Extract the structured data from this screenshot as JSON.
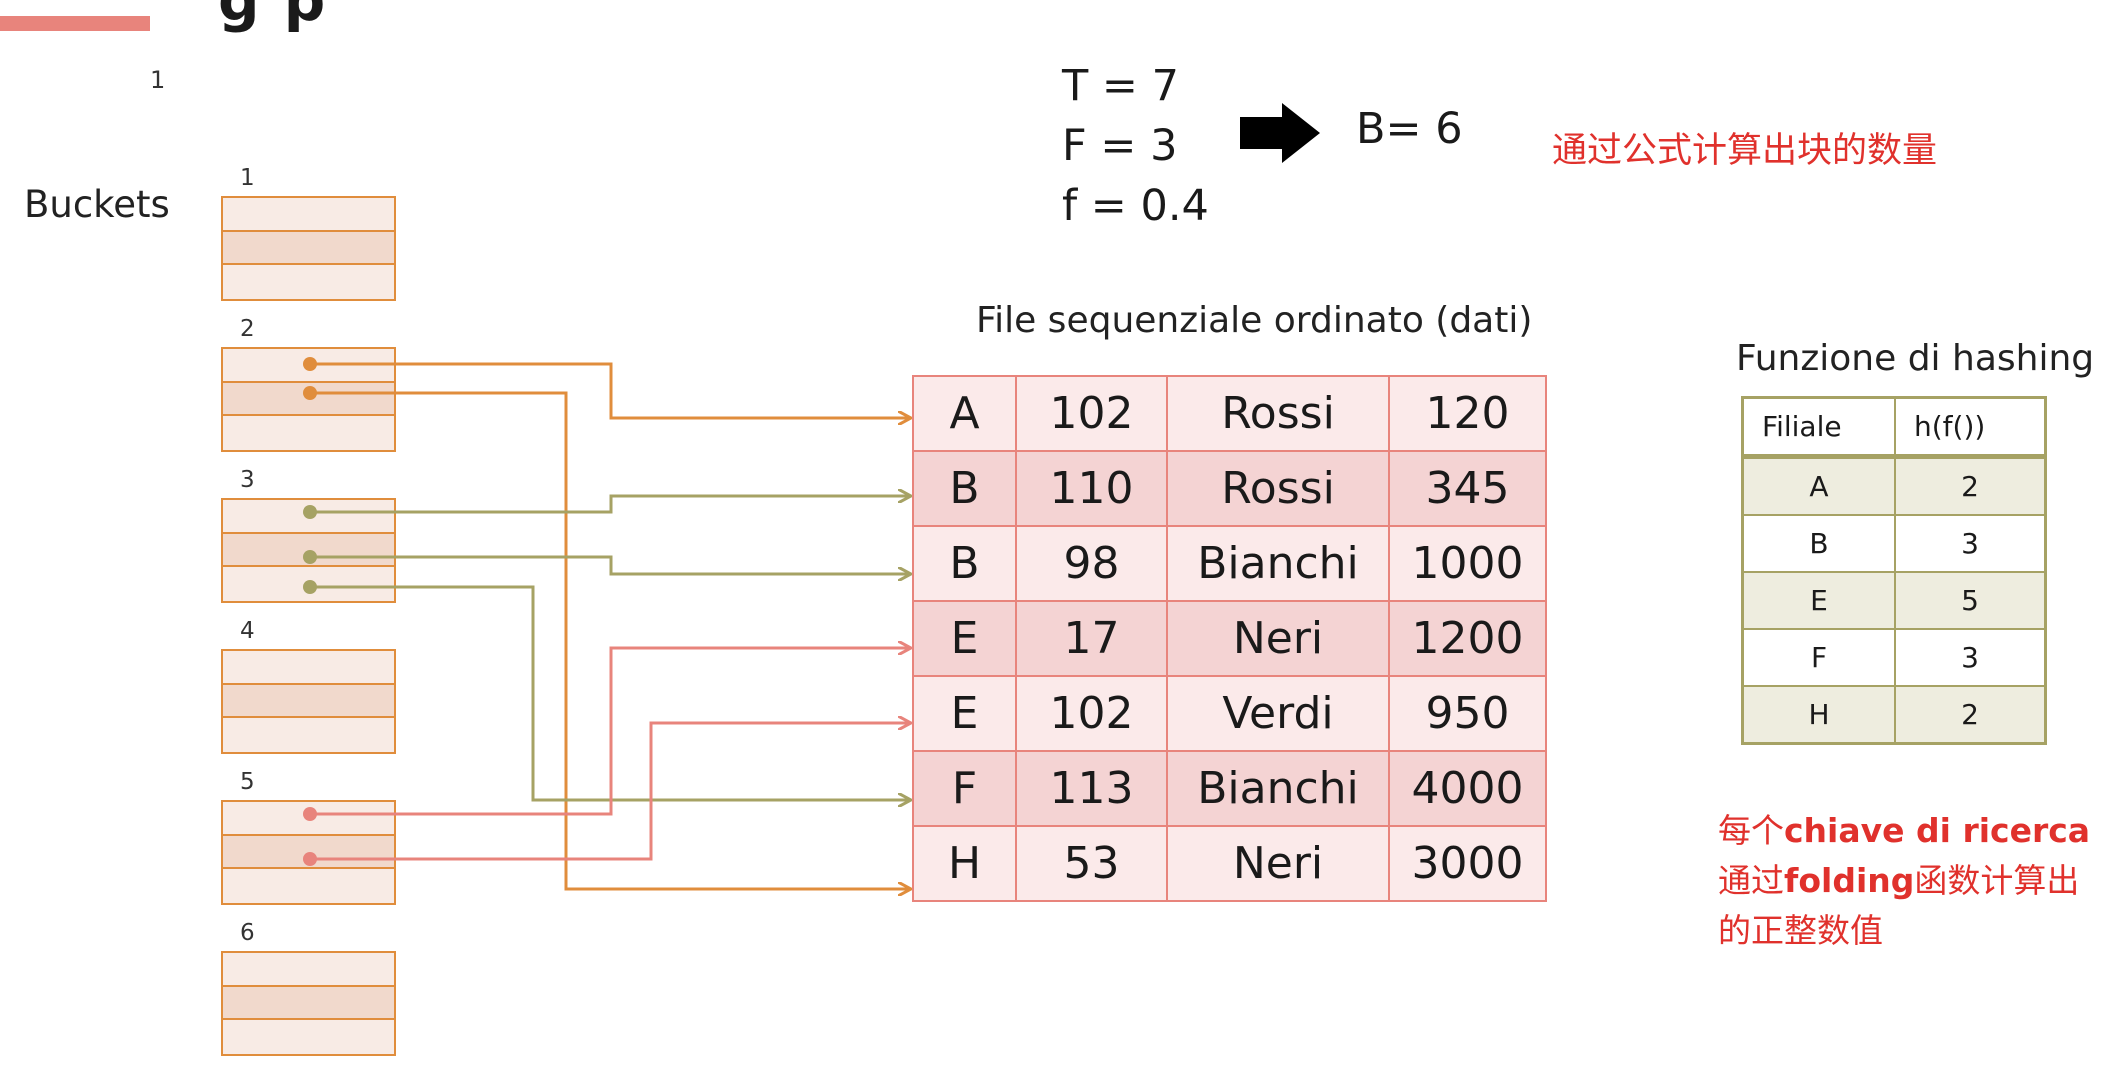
{
  "slide": {
    "title_fragment": "g    p",
    "number": "1"
  },
  "buckets": {
    "label": "Buckets",
    "items": [
      {
        "number": "1"
      },
      {
        "number": "2"
      },
      {
        "number": "3"
      },
      {
        "number": "4"
      },
      {
        "number": "5"
      },
      {
        "number": "6"
      }
    ]
  },
  "params": {
    "T": "T = 7",
    "F": "F = 3",
    "f": "f = 0.4",
    "result": "B= 6"
  },
  "notes": {
    "blocks": "通过公式计算出块的数量",
    "folding_1_pre": "每个",
    "folding_1_bold": "chiave di ricerca",
    "folding_2_pre": "通过",
    "folding_2_bold": "folding",
    "folding_2_post": "函数计算出",
    "folding_3": "的正整数值"
  },
  "file": {
    "title": "File sequenziale ordinato (dati)",
    "rows": [
      [
        "A",
        "102",
        "Rossi",
        "120"
      ],
      [
        "B",
        "110",
        "Rossi",
        "345"
      ],
      [
        "B",
        "98",
        "Bianchi",
        "1000"
      ],
      [
        "E",
        "17",
        "Neri",
        "1200"
      ],
      [
        "E",
        "102",
        "Verdi",
        "950"
      ],
      [
        "F",
        "113",
        "Bianchi",
        "4000"
      ],
      [
        "H",
        "53",
        "Neri",
        "3000"
      ]
    ]
  },
  "hash": {
    "title": "Funzione di hashing",
    "headers": [
      "Filiale",
      "h(f())"
    ],
    "rows": [
      [
        "A",
        "2"
      ],
      [
        "B",
        "3"
      ],
      [
        "E",
        "5"
      ],
      [
        "F",
        "3"
      ],
      [
        "H",
        "2"
      ]
    ]
  },
  "colors": {
    "accent": "#e8847c",
    "orange": "#e08d3c",
    "olive": "#a6a264",
    "red": "#e0312c",
    "pink": "#e8847c"
  }
}
